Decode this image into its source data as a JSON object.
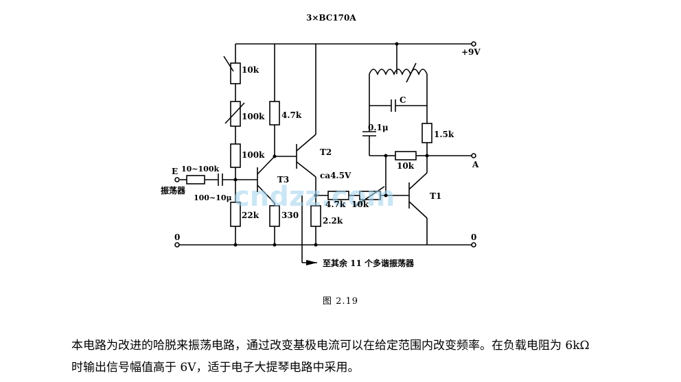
{
  "diagram": {
    "title": "3×BC170A",
    "supply": "+9V",
    "labels": {
      "r_10k_top": "10k",
      "r_100k_pot": "100k",
      "r_100k": "100k",
      "r_22k": "22k",
      "r_47k": "4.7k",
      "r_330": "330",
      "r_22k_em": "2.2k",
      "r_47k_b": "4.7k",
      "r_10k_b": "10k",
      "r_10k_out": "10k",
      "r_15k": "1.5k",
      "cap_c": "C",
      "cap_01": "0.1μ",
      "t1": "T1",
      "t2": "T2",
      "t3": "T3",
      "ca45": "ca4.5V",
      "input_e": "E",
      "input_r": "10~100k",
      "input_c": "100~10μ",
      "input_osc": "振荡器",
      "out_a": "A",
      "gnd_left": "0",
      "gnd_right": "0",
      "to_others": "至其余 11 个多谐振荡器"
    },
    "watermark": "cndzz.com"
  },
  "caption": "图 2.19",
  "description": "本电路为改进的哈脱来振荡电路，通过改变基极电流可以在给定范围内改变频率。在负载电阻为 6kΩ 时输出信号幅值高于 6V，适于电子大提琴电路中采用。"
}
